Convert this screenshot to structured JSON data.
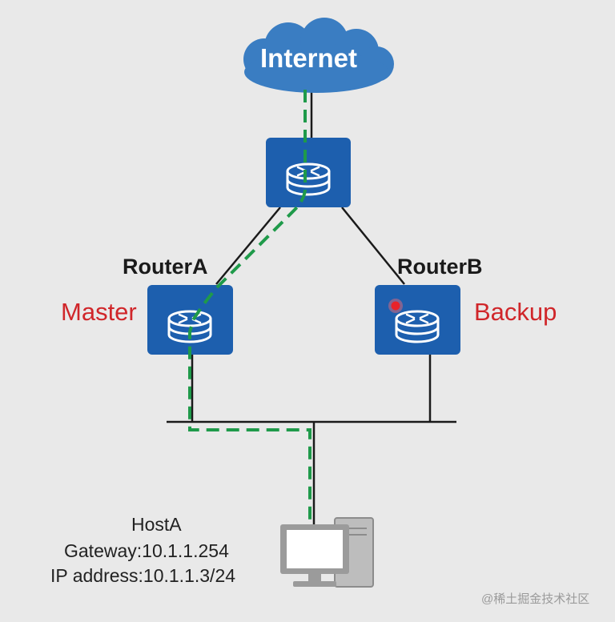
{
  "cloud_label": "Internet",
  "routers": {
    "a_name": "RouterA",
    "b_name": "RouterB",
    "a_role": "Master",
    "b_role": "Backup"
  },
  "host": {
    "name": "HostA",
    "gateway": "Gateway:10.1.1.254",
    "ip": "IP address:10.1.1.3/24"
  },
  "watermark": "@稀土掘金技术社区",
  "colors": {
    "router_fill": "#1d5fae",
    "cloud_fill": "#3a7dc2",
    "path": "#1f9a4a",
    "role_text": "#d0262a",
    "alert": "#e8232a"
  }
}
